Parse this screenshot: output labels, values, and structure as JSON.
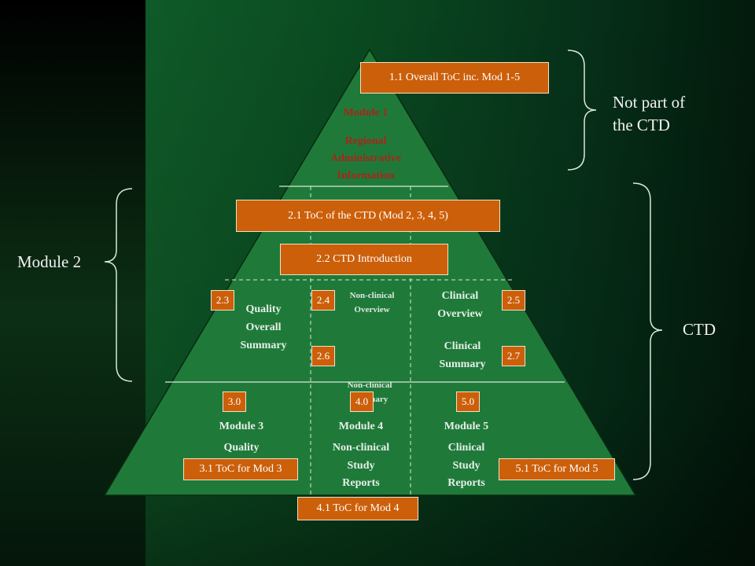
{
  "colors": {
    "pyramid": "#1f7a3a",
    "box": "#cc5f0a",
    "module1_text": "#a8251a"
  },
  "boxes": {
    "toc_overall": "1.1 Overall ToC inc. Mod 1-5",
    "toc_ctd": "2.1 ToC of the CTD (Mod 2, 3, 4, 5)",
    "ctd_intro": "2.2 CTD Introduction",
    "toc_mod3": "3.1 ToC for Mod 3",
    "toc_mod4": "4.1 ToC for Mod 4",
    "toc_mod5": "5.1 ToC for Mod 5"
  },
  "numbers": {
    "n23": "2.3",
    "n24": "2.4",
    "n25": "2.5",
    "n26": "2.6",
    "n27": "2.7",
    "n30": "3.0",
    "n40": "4.0",
    "n50": "5.0"
  },
  "module1": {
    "title": "Module 1",
    "line1": "Regional",
    "line2": "Administrative",
    "line3": "Information"
  },
  "labels": {
    "quality1": "Quality",
    "quality2": "Overall",
    "quality3": "Summary",
    "nc_overview1": "Non-clinical",
    "nc_overview2": "Overview",
    "clin_overview1": "Clinical",
    "clin_overview2": "Overview",
    "clin_summary1": "Clinical",
    "clin_summary2": "Summary",
    "nc_summary1": "Non-clinical",
    "nc_summary2": "Summary",
    "mod3_title": "Module 3",
    "mod3_sub": "Quality",
    "mod4_title": "Module 4",
    "mod4_sub1": "Non-clinical",
    "mod4_sub2": "Study",
    "mod4_sub3": "Reports",
    "mod5_title": "Module 5",
    "mod5_sub1": "Clinical",
    "mod5_sub2": "Study",
    "mod5_sub3": "Reports"
  },
  "side_labels": {
    "not_part_1": "Not part of",
    "not_part_2": "the CTD",
    "ctd": "CTD",
    "module2": "Module 2"
  }
}
